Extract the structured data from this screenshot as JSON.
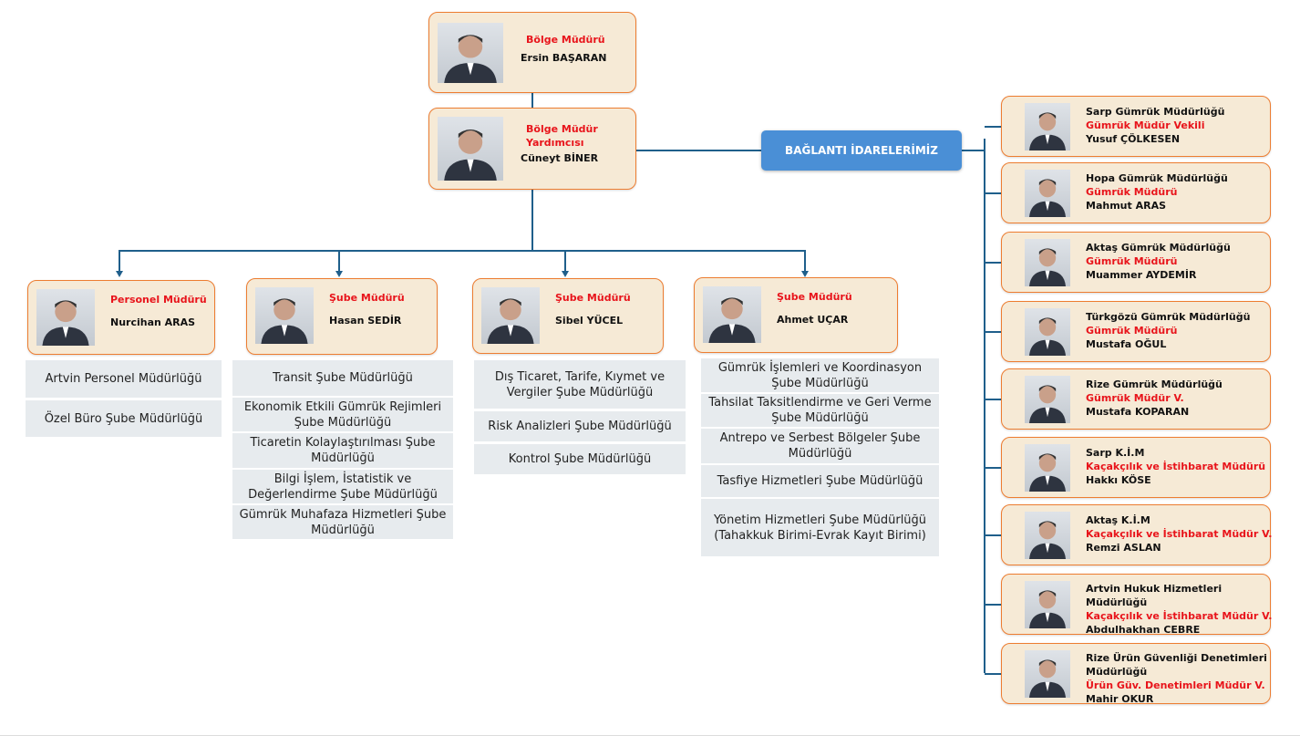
{
  "top": [
    {
      "title": "Bölge Müdürü",
      "name": "Ersin BAŞARAN"
    },
    {
      "title": "Bölge Müdür Yardımcısı",
      "name": "Cüneyt BİNER"
    }
  ],
  "connection_button": "BAĞLANTI İDARELERİMİZ",
  "managers": [
    {
      "title": "Personel Müdürü",
      "name": "Nurcihan ARAS",
      "units": [
        "Artvin Personel Müdürlüğü",
        "Özel Büro Şube Müdürlüğü"
      ]
    },
    {
      "title": "Şube Müdürü",
      "name": "Hasan SEDİR",
      "units": [
        "Transit Şube Müdürlüğü",
        "Ekonomik Etkili Gümrük Rejimleri Şube Müdürlüğü",
        "Ticaretin Kolaylaştırılması Şube Müdürlüğü",
        "Bilgi İşlem, İstatistik ve Değerlendirme Şube Müdürlüğü",
        "Gümrük Muhafaza Hizmetleri Şube Müdürlüğü"
      ]
    },
    {
      "title": "Şube Müdürü",
      "name": "Sibel YÜCEL",
      "units": [
        "Dış Ticaret, Tarife, Kıymet ve Vergiler Şube Müdürlüğü",
        "Risk Analizleri Şube Müdürlüğü",
        "Kontrol Şube Müdürlüğü"
      ]
    },
    {
      "title": "Şube Müdürü",
      "name": "Ahmet UÇAR",
      "units": [
        "Gümrük İşlemleri ve Koordinasyon Şube Müdürlüğü",
        "Tahsilat Taksitlendirme ve Geri Verme Şube Müdürlüğü",
        "Antrepo ve  Serbest Bölgeler Şube Müdürlüğü",
        "Tasfiye Hizmetleri Şube Müdürlüğü",
        "Yönetim Hizmetleri Şube Müdürlüğü (Tahakkuk Birimi-Evrak Kayıt Birimi)"
      ]
    }
  ],
  "offices": [
    {
      "office": "Sarp Gümrük Müdürlüğü",
      "title": "Gümrük Müdür Vekili",
      "name": "Yusuf ÇÖLKESEN"
    },
    {
      "office": "Hopa Gümrük Müdürlüğü",
      "title": "Gümrük Müdürü",
      "name": "Mahmut ARAS"
    },
    {
      "office": "Aktaş  Gümrük Müdürlüğü",
      "title": "Gümrük Müdürü",
      "name": "Muammer AYDEMİR"
    },
    {
      "office": "Türkgözü  Gümrük Müdürlüğü",
      "title": "Gümrük Müdürü",
      "name": "Mustafa OĞUL"
    },
    {
      "office": "Rize  Gümrük Müdürlüğü",
      "title": "Gümrük Müdür V.",
      "name": "Mustafa KOPARAN"
    },
    {
      "office": "Sarp K.İ.M",
      "title": "Kaçakçılık ve İstihbarat Müdürü",
      "name": "Hakkı KÖSE"
    },
    {
      "office": "Aktaş K.İ.M",
      "title": "Kaçakçılık ve İstihbarat Müdür V.",
      "name": "Remzi ASLAN"
    },
    {
      "office": "Artvin Hukuk Hizmetleri Müdürlüğü",
      "title": "Kaçakçılık ve İstihbarat Müdür V.",
      "name": "Abdulhakhan CEBRE"
    },
    {
      "office": "Rize Ürün Güvenliği Denetimleri Müdürlüğü",
      "title": "Ürün Güv. Denetimleri Müdür V.",
      "name": "Mahir OKUR"
    }
  ],
  "colors": {
    "accent": "#ed7d31",
    "title_red": "#e8141b",
    "line": "#1f5f8b",
    "button": "#4a8fd6"
  }
}
